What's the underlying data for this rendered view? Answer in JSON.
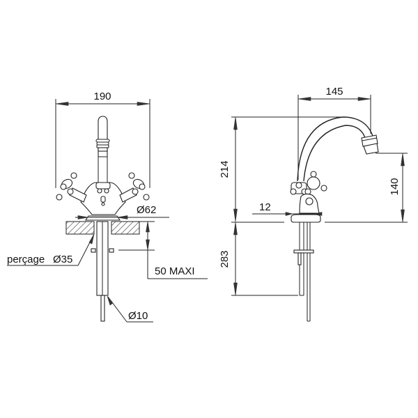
{
  "drawing": {
    "front_view": {
      "width_dim": "190",
      "base_diameter": "Ø62",
      "drilling_label": "perçage",
      "drilling_diameter": "Ø35",
      "deck_thickness": "50 MAXI",
      "supply_pipe_diameter": "Ø10"
    },
    "side_view": {
      "spout_reach": "145",
      "total_height": "214",
      "spout_outlet_height": "140",
      "base_offset": "12",
      "under_deck_length": "283"
    }
  },
  "colors": {
    "line": "#222222",
    "background": "#ffffff"
  }
}
